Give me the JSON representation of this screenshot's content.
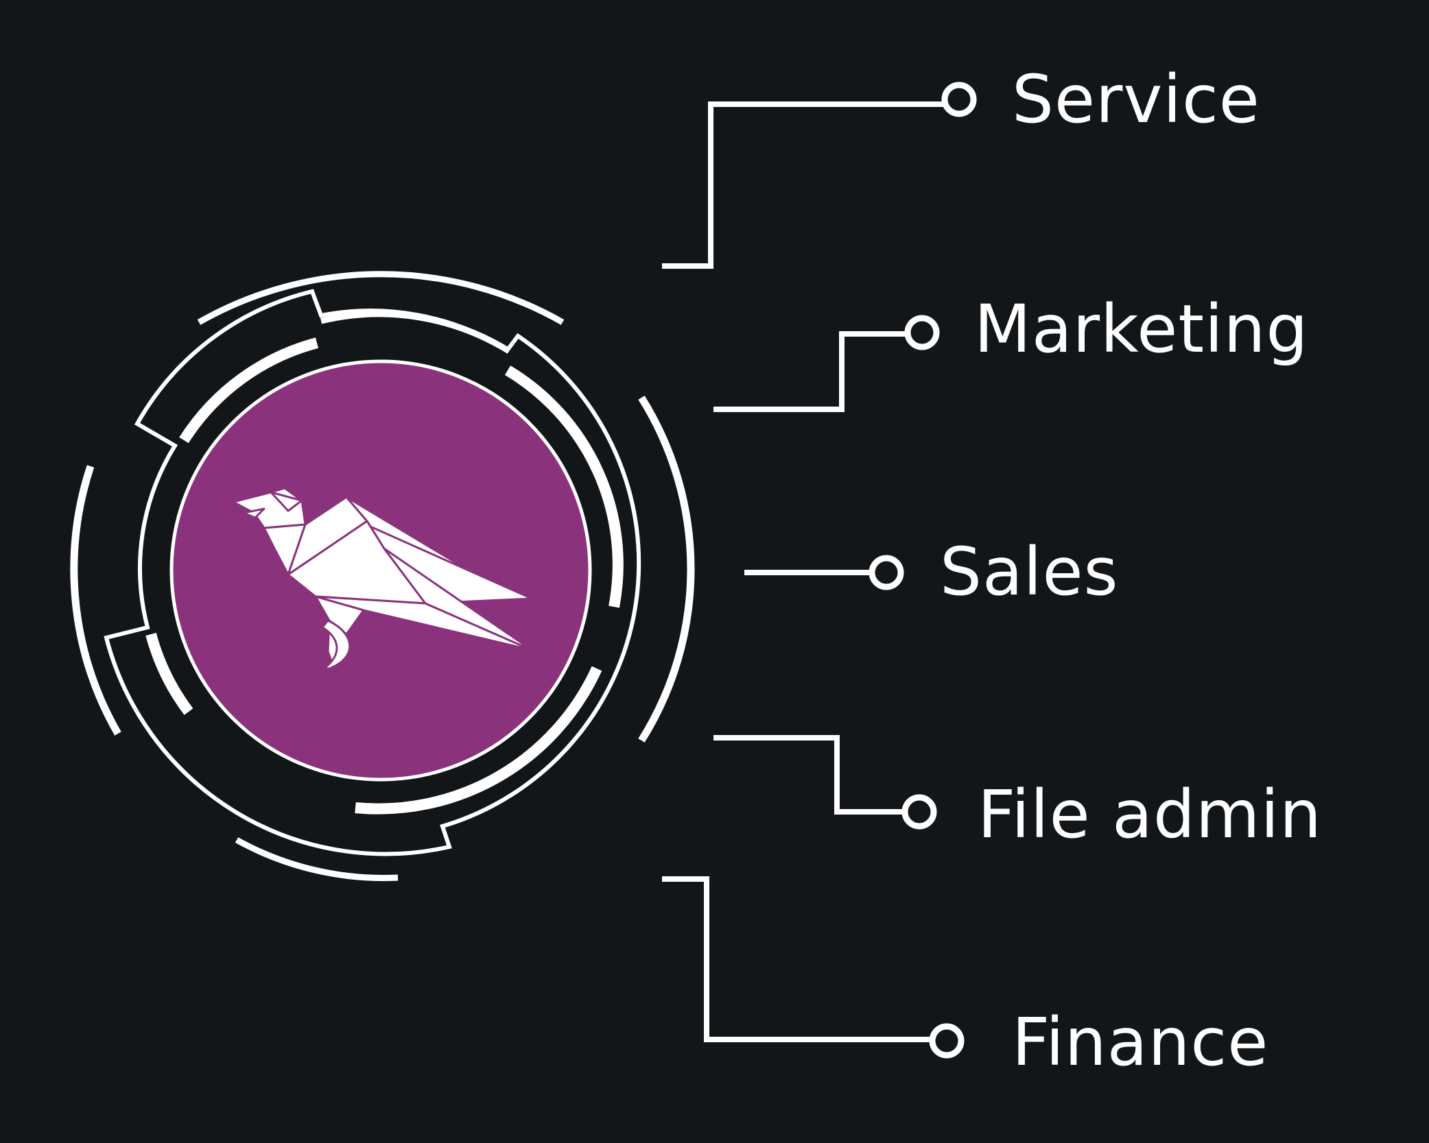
{
  "theme": {
    "background": "#131619",
    "line_color": "#ffffff",
    "accent": "#8a337c"
  },
  "hub": {
    "logo_icon": "origami-bird-icon"
  },
  "departments": [
    {
      "label": "Service"
    },
    {
      "label": "Marketing"
    },
    {
      "label": "Sales"
    },
    {
      "label": "File admin"
    },
    {
      "label": "Finance"
    }
  ]
}
